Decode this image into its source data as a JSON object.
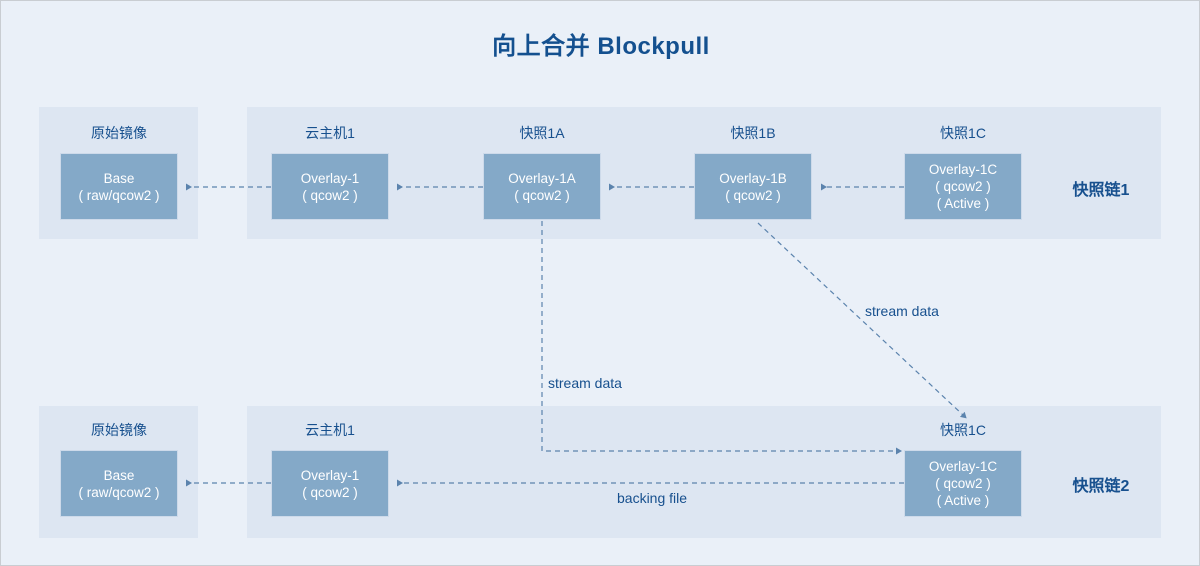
{
  "diagram": {
    "title": "向上合并 Blockpull",
    "accent_color": "#17508e",
    "node_color": "#84a9c8",
    "band_color": "#dde6f2",
    "canvas_color": "#eaf0f8"
  },
  "chains": [
    {
      "id": "chain1",
      "label": "快照链1",
      "groups": [
        {
          "label": "原始镜像",
          "node": {
            "lines": [
              "Base",
              "( raw/qcow2 )"
            ]
          }
        },
        {
          "label": "云主机1",
          "node": {
            "lines": [
              "Overlay-1",
              "( qcow2 )"
            ]
          }
        },
        {
          "label": "快照1A",
          "node": {
            "lines": [
              "Overlay-1A",
              "( qcow2 )"
            ]
          }
        },
        {
          "label": "快照1B",
          "node": {
            "lines": [
              "Overlay-1B",
              "( qcow2 )"
            ]
          }
        },
        {
          "label": "快照1C",
          "node": {
            "lines": [
              "Overlay-1C",
              "( qcow2 )",
              "( Active )"
            ]
          }
        }
      ]
    },
    {
      "id": "chain2",
      "label": "快照链2",
      "groups": [
        {
          "label": "原始镜像",
          "node": {
            "lines": [
              "Base",
              "( raw/qcow2 )"
            ]
          }
        },
        {
          "label": "云主机1",
          "node": {
            "lines": [
              "Overlay-1",
              "( qcow2 )"
            ]
          }
        },
        {
          "label": "快照1C",
          "node": {
            "lines": [
              "Overlay-1C",
              "( qcow2 )",
              "( Active )"
            ]
          }
        }
      ]
    }
  ],
  "edge_labels": {
    "stream_data_diagonal": "stream data",
    "stream_data_vertical": "stream data",
    "backing_file": "backing file"
  }
}
